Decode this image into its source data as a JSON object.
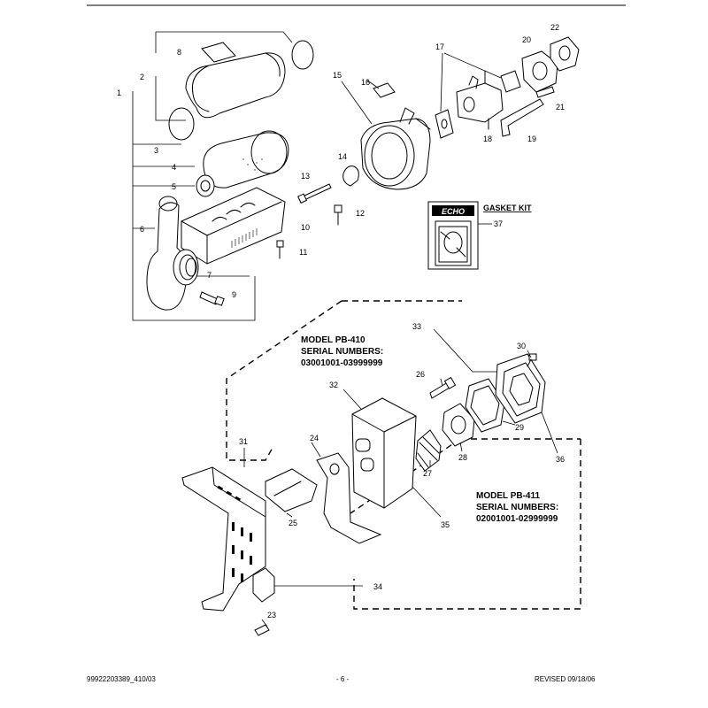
{
  "models": {
    "pb410": {
      "title": "MODEL  PB-410",
      "serial_label": "SERIAL NUMBERS:",
      "serial_range": "03001001-03999999"
    },
    "pb411": {
      "title": "MODEL  PB-411",
      "serial_label": "SERIAL NUMBERS:",
      "serial_range": "02001001-02999999"
    }
  },
  "gasket_kit": {
    "label": "GASKET KIT",
    "brand": "ECHO",
    "part": "37"
  },
  "callouts": [
    "1",
    "2",
    "3",
    "4",
    "5",
    "6",
    "7",
    "8",
    "9",
    "10",
    "11",
    "12",
    "13",
    "14",
    "15",
    "16",
    "17",
    "18",
    "19",
    "20",
    "21",
    "22",
    "23",
    "24",
    "25",
    "26",
    "27",
    "28",
    "29",
    "30",
    "31",
    "32",
    "33",
    "34",
    "35",
    "36"
  ],
  "footer": {
    "left": "99922203389_410/03",
    "center": "- 6 -",
    "right": "REVISED 09/18/06"
  }
}
